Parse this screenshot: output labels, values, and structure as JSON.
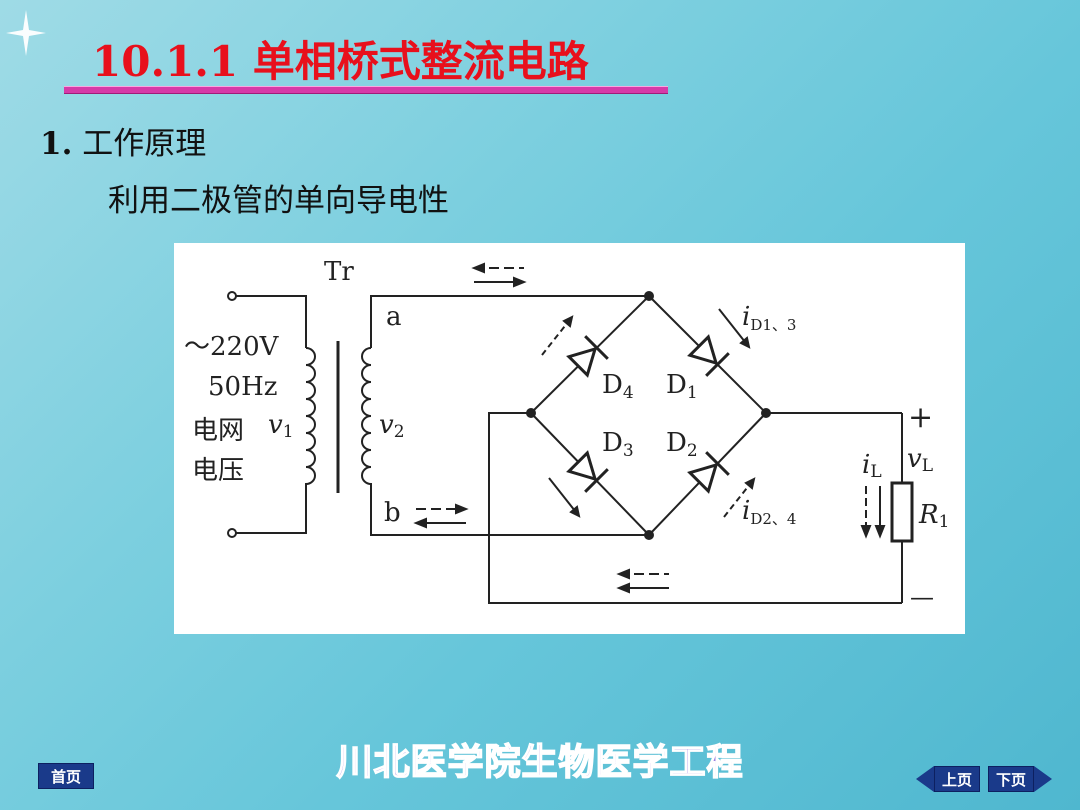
{
  "slide": {
    "title": "10.1.1  单相桥式整流电路",
    "heading_num": "1.",
    "heading_text": " 工作原理",
    "subheading": "利用二极管的单向导电性",
    "footer": "川北医学院生物医学工程"
  },
  "circuit": {
    "transformer": "Tr",
    "source_voltage": "～220V",
    "source_freq": "50Hz",
    "source_grid_1": "电网",
    "source_grid_2": "电压",
    "v1": "v",
    "v1_sub": "1",
    "v2": "v",
    "v2_sub": "2",
    "node_a": "a",
    "node_b": "b",
    "d1": "D",
    "d1_sub": "1",
    "d2": "D",
    "d2_sub": "2",
    "d3": "D",
    "d3_sub": "3",
    "d4": "D",
    "d4_sub": "4",
    "id13": "i",
    "id13_sub": "D1、3",
    "id24": "i",
    "id24_sub": "D2、4",
    "il": "i",
    "il_sub": "L",
    "vl": "v",
    "vl_sub": "L",
    "r": "R",
    "r_sub": "1",
    "plus": "+",
    "minus": "—"
  },
  "nav": {
    "home": "首页",
    "prev": "上页",
    "next": "下页"
  },
  "colors": {
    "title": "#e8101c",
    "title_bar": "#d63aa8",
    "nav_button": "#1a3a8a",
    "footer": "#9b7fe0"
  }
}
